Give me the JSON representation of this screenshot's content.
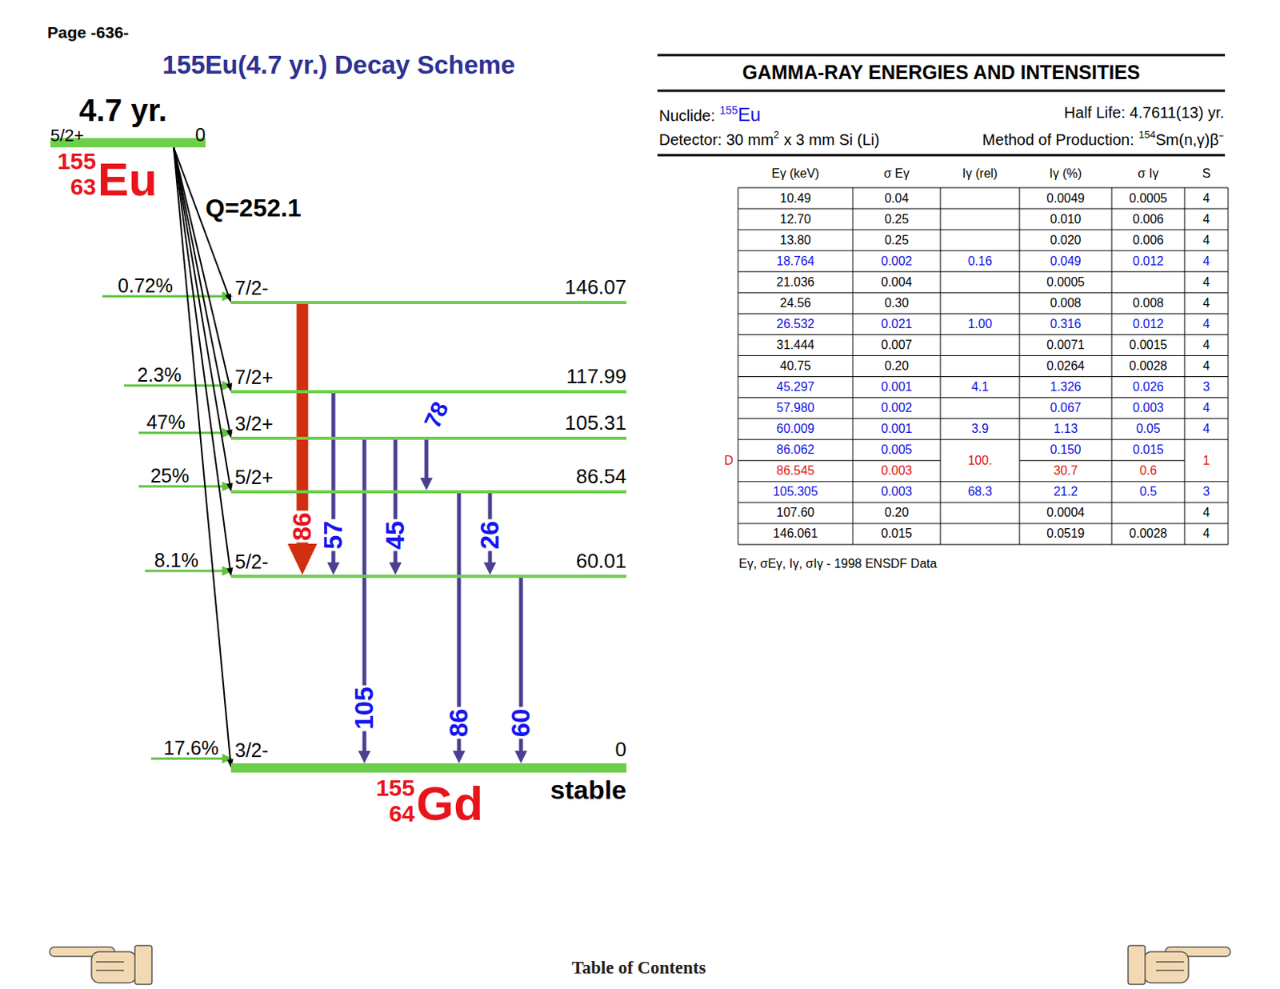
{
  "diagram": {
    "title": "155Eu(4.7 yr.) Decay Scheme",
    "nodes": [
      {
        "text": [
          "4.7 yr.",
          "5/2+",
          "0"
        ]
      },
      {
        "text": [
          "7/2-",
          "146.07"
        ]
      },
      {
        "text": [
          "7/2+",
          "117.99"
        ]
      },
      {
        "text": [
          "3/2+",
          "105.31"
        ]
      },
      {
        "text": [
          "5/2+",
          "86.54"
        ]
      },
      {
        "text": [
          "5/2-",
          "60.01"
        ]
      },
      {
        "text": [
          "3/2-",
          "0"
        ]
      }
    ],
    "edges": [
      {
        "from": 0,
        "to": 1,
        "arrow": "to"
      },
      {
        "from": 0,
        "to": 2,
        "arrow": "to"
      },
      {
        "from": 0,
        "to": 3,
        "arrow": "to"
      },
      {
        "from": 0,
        "to": 4,
        "arrow": "to"
      },
      {
        "from": 0,
        "to": 5,
        "arrow": "to"
      },
      {
        "from": 0,
        "to": 6,
        "arrow": "to"
      },
      {
        "from": 1,
        "to": 5,
        "label": "86",
        "arrow": "to"
      },
      {
        "from": 2,
        "to": 5,
        "label": "57",
        "arrow": "to"
      },
      {
        "from": 3,
        "to": 6,
        "label": "105",
        "arrow": "to"
      },
      {
        "from": 3,
        "to": 5,
        "label": "45",
        "arrow": "to"
      },
      {
        "from": 3,
        "to": 4,
        "label": "78",
        "arrow": "to"
      },
      {
        "from": 4,
        "to": 6,
        "label": "86",
        "arrow": "to"
      },
      {
        "from": 4,
        "to": 5,
        "label": "26",
        "arrow": "to"
      },
      {
        "from": 5,
        "to": 6,
        "label": "60",
        "arrow": "to"
      }
    ],
    "labels": [
      "Page -636-",
      "155",
      "63",
      "Eu",
      "Q=252.1",
      "0.72%",
      "2.3%",
      "47%",
      "25%",
      "8.1%",
      "17.6%",
      "155",
      "64",
      "Gd",
      "stable",
      "GAMMA-RAY ENERGIES AND INTENSITIES",
      "Nuclide:",
      "155",
      "Eu",
      "Half Life: 4.7611(13) yr.",
      "Detector: 30 mm",
      "2",
      "x 3 mm Si (Li)",
      "Method of Production:",
      "154",
      "Sm(n,γ)β⁻",
      "Eγ (keV)",
      "σ Eγ",
      "Iγ (rel)",
      "Iγ (%)",
      "σ Iγ",
      "S",
      "10.49",
      "0.04",
      "0.0049",
      "0.0005",
      "4",
      "12.70",
      "0.25",
      "0.010",
      "0.006",
      "4",
      "13.80",
      "0.25",
      "0.020",
      "0.006",
      "4",
      "18.764",
      "0.002",
      "0.16",
      "0.049",
      "0.012",
      "4",
      "21.036",
      "0.004",
      "0.0005",
      "4",
      "24.56",
      "0.30",
      "0.008",
      "0.008",
      "4",
      "26.532",
      "0.021",
      "1.00",
      "0.316",
      "0.012",
      "4",
      "31.444",
      "0.007",
      "0.0071",
      "0.0015",
      "4",
      "40.75",
      "0.20",
      "0.0264",
      "0.0028",
      "4",
      "45.297",
      "0.001",
      "4.1",
      "1.326",
      "0.026",
      "3",
      "57.980",
      "0.002",
      "0.067",
      "0.003",
      "4",
      "60.009",
      "0.001",
      "3.9",
      "1.13",
      "0.05",
      "4",
      "86.062",
      "0.005",
      "100.",
      "0.150",
      "0.015",
      "1",
      "86.545",
      "0.003",
      "30.7",
      "0.6",
      "105.305",
      "0.003",
      "68.3",
      "21.2",
      "0.5",
      "3",
      "107.60",
      "0.20",
      "0.0004",
      "4",
      "146.061",
      "0.015",
      "0.0519",
      "0.0028",
      "4",
      "D",
      "Eγ, σEγ, Iγ, σIγ - 1998 ENSDF Data",
      "Table of Contents"
    ]
  }
}
